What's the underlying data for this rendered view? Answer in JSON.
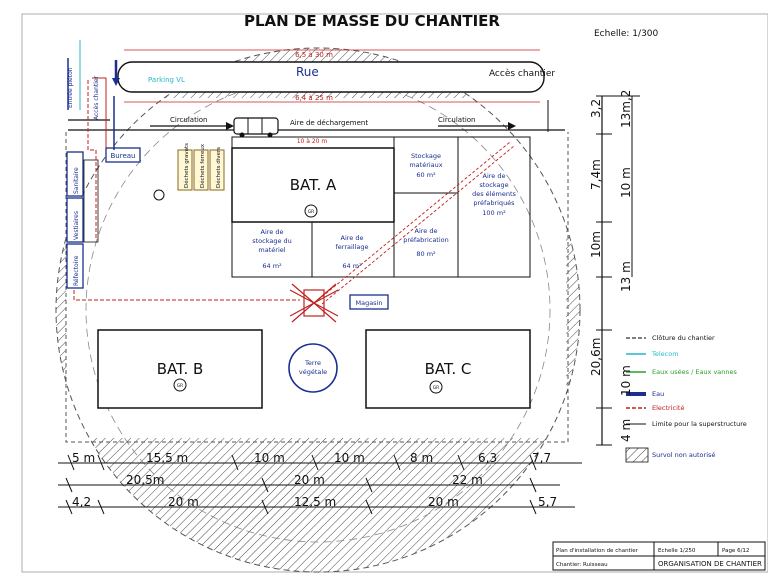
{
  "title": "PLAN DE MASSE DU CHANTIER",
  "scale": "Echelle: 1/300",
  "road": {
    "label": "Rue",
    "dim_top": "6,5 à 30 m",
    "dim_bottom": "6,4 à 25 m"
  },
  "access": "Accès chantier",
  "entry_pedestrian": "Entrée piéton",
  "entry_site": "Accès chantier",
  "parking": "Parking VL",
  "circulation": "Circulation",
  "circulation_right": "Circulation",
  "unloading": "Aire de déchargement",
  "unloading_dim": "10 à 20 m",
  "office": "Bureau",
  "sanitary": "Sanitaire",
  "changing": "Vestiaires",
  "canteen": "Réfectoire",
  "waste_1": "Déchets gravats",
  "waste_2": "Déchets ferreux",
  "waste_3": "Déchets divers",
  "bat_a": "BAT. A",
  "bat_b": "BAT. B",
  "bat_c": "BAT. C",
  "crane_symbol": "GR",
  "store_materials": {
    "l1": "Stockage",
    "l2": "matériaux",
    "l3": "60 m²"
  },
  "store_prefab": {
    "l1": "Aire de",
    "l2": "stockage",
    "l3": "des éléments",
    "l4": "préfabriqués",
    "l5": "100 m²"
  },
  "store_equipment": {
    "l1": "Aire de",
    "l2": "stockage du",
    "l3": "matériel",
    "l4": "64 m²"
  },
  "rebar": {
    "l1": "Aire de",
    "l2": "ferraillage",
    "l3": "64 m²"
  },
  "prefab_area": {
    "l1": "Aire de",
    "l2": "préfabrication",
    "l3": "80 m²"
  },
  "magasin": "Magasin",
  "topsoil": {
    "l1": "Terre",
    "l2": "végétale"
  },
  "right_dims": [
    "3,2",
    "13m,2",
    "7,4m",
    "10 m",
    "10m",
    "13 m",
    "20,6m",
    "10 m",
    "4 m"
  ],
  "bottom_row1": [
    "5 m",
    "15,5 m",
    "10 m",
    "10 m",
    "8 m",
    "6,3",
    "7,7"
  ],
  "bottom_row2": [
    "20,5m",
    "20 m",
    "22 m"
  ],
  "bottom_row3": [
    "4,2",
    "20 m",
    "12,5 m",
    "20 m",
    "5,7"
  ],
  "legend": [
    {
      "label": "Clôture du chantier",
      "color": "#555555"
    },
    {
      "label": "Telecom",
      "color": "#27b6c8"
    },
    {
      "label": "Eaux usées / Eaux vannes",
      "color": "#2aa02a"
    },
    {
      "label": "Eau",
      "color": "#1a2f8f"
    },
    {
      "label": "Electricité",
      "color": "#c0201f"
    },
    {
      "label": "Limite pour la superstructure",
      "color": "#111111"
    },
    {
      "label": "Survol non autorisé",
      "color": "#111111"
    }
  ],
  "cartouche": {
    "plan": "Plan d'installation de chantier",
    "chantier": "Chantier: Ruisseau",
    "echelle": "Echelle 1/250",
    "page": "Page 6/12",
    "org": "ORGANISATION DE CHANTIER"
  }
}
